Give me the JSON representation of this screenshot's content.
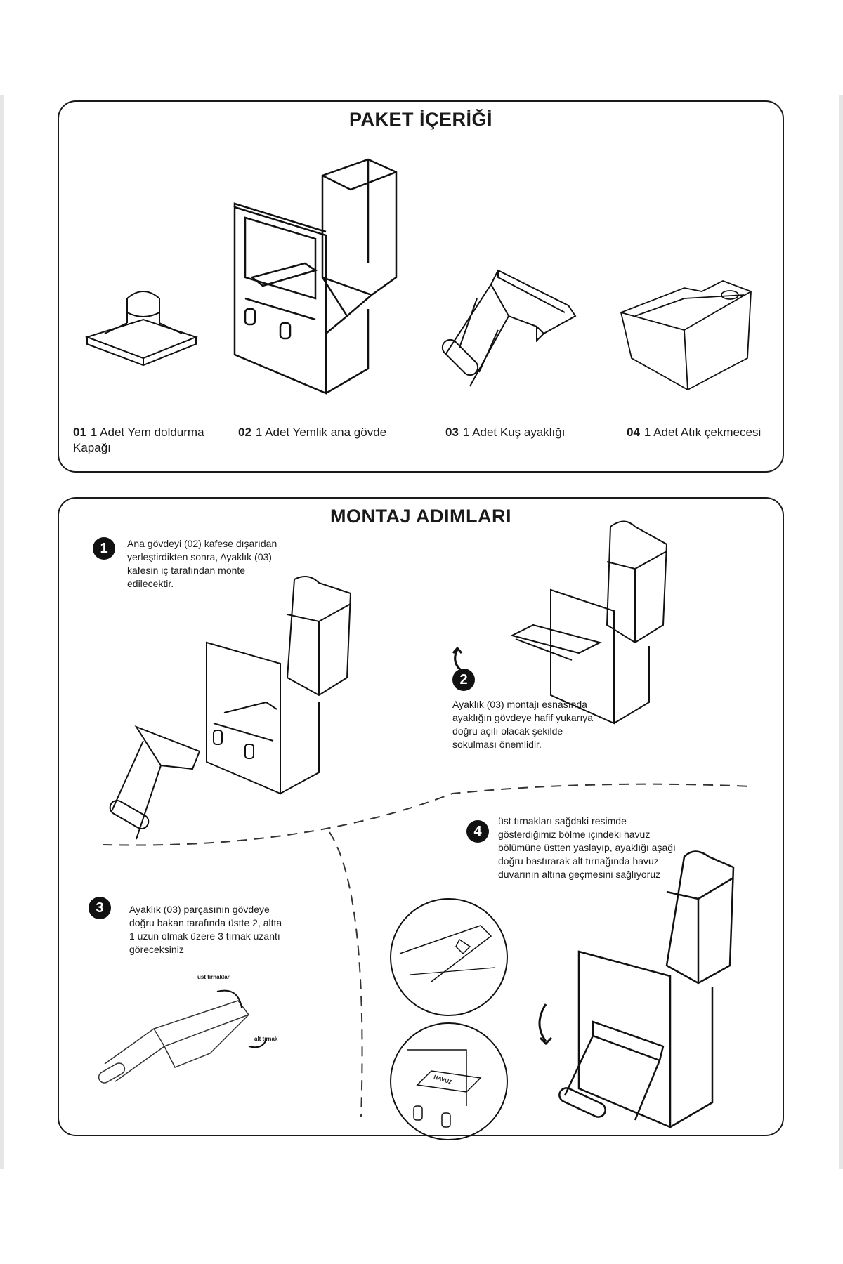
{
  "package": {
    "title": "PAKET İÇERİĞİ",
    "items": [
      {
        "num": "01",
        "text": "1 Adet Yem doldurma Kapağı"
      },
      {
        "num": "02",
        "text": "1 Adet Yemlik ana gövde"
      },
      {
        "num": "03",
        "text": "1 Adet Kuş ayaklığı"
      },
      {
        "num": "04",
        "text": "1 Adet Atık çekmecesi"
      }
    ]
  },
  "assembly": {
    "title": "MONTAJ ADIMLARI",
    "steps": [
      {
        "num": "1",
        "text": "Ana gövdeyi (02) kafese dışarıdan yerleştirdikten sonra, Ayaklık (03) kafesin iç tarafından monte edilecektir."
      },
      {
        "num": "2",
        "text": "Ayaklık (03) montajı esnasında ayaklığın gövdeye hafif yukarıya doğru açılı olacak şekilde sokulması önemlidir."
      },
      {
        "num": "3",
        "text": "Ayaklık (03) parçasının gövdeye doğru bakan tarafında üstte 2, altta 1 uzun olmak üzere 3 tırnak uzantı göreceksiniz"
      },
      {
        "num": "4",
        "text": "üst tırnakları sağdaki resimde gösterdiğimiz bölme içindeki havuz bölümüne üstten yaslayıp, ayaklığı aşağı doğru bastırarak alt tırnağında havuz duvarının altına geçmesini sağlıyoruz"
      }
    ],
    "callouts": {
      "upper": "üst tırnaklar",
      "lower": "alt tırnak",
      "pool": "HAVUZ"
    }
  }
}
